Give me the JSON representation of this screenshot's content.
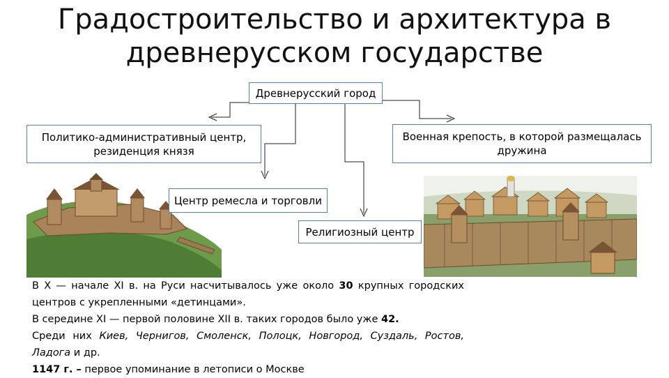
{
  "title": {
    "line1": "Градостроительство и архитектура в",
    "line2": "древнерусском государстве"
  },
  "diagram": {
    "root": "Древнерусский город",
    "nodes": {
      "political": "Политико-административный центр, резиденция князя",
      "military": "Военная крепость, в которой размещалась дружина",
      "craft": "Центр ремесла и торговли",
      "religious": "Религиозный центр"
    }
  },
  "images": {
    "left": "fortress-on-hill-illustration",
    "right": "wooden-town-illustration"
  },
  "text": {
    "p1_a": "В X — начале XI в. на Руси насчитывалось уже около ",
    "p1_num": "30",
    "p1_b": " крупных городских центров с укрепленными «детинцами».",
    "p2_a": "В середине XI — первой половине XII в. таких городов было уже ",
    "p2_num": "42.",
    "p3_a": "Среди них ",
    "p3_cities": "Киев, Чернигов, Смоленск, Полоцк, Новгород, Суздаль, Ростов, Ладога",
    "p3_b": " и др.",
    "p4_year": "1147 г. –",
    "p4_b": " первое упоминание в летописи о Москве"
  },
  "colors": {
    "box_border": "#4f81bd",
    "connector": "#222222"
  }
}
